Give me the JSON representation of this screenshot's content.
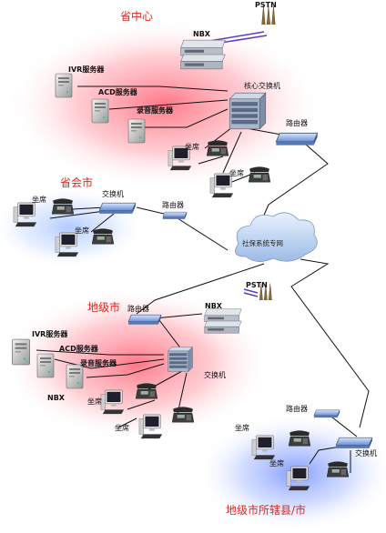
{
  "regions": {
    "province_center": "省中心",
    "provincial_capital": "省会市",
    "prefecture_city": "地级市",
    "county_city": "地级市所辖县/市"
  },
  "labels": {
    "pstn": "PSTN",
    "nbx": "NBX",
    "ivr_server": "IVR服务器",
    "acd_server": "ACD服务器",
    "recording_server": "录音服务器",
    "core_switch": "核心交换机",
    "router": "路由器",
    "switch": "交换机",
    "seat": "坐席",
    "network": "社保系统专网"
  },
  "colors": {
    "red_glow": "#ff6b7a",
    "blue_glow": "#6f94ff",
    "region_text": "#e0261a",
    "pstn_line": "#5b3cc4"
  }
}
